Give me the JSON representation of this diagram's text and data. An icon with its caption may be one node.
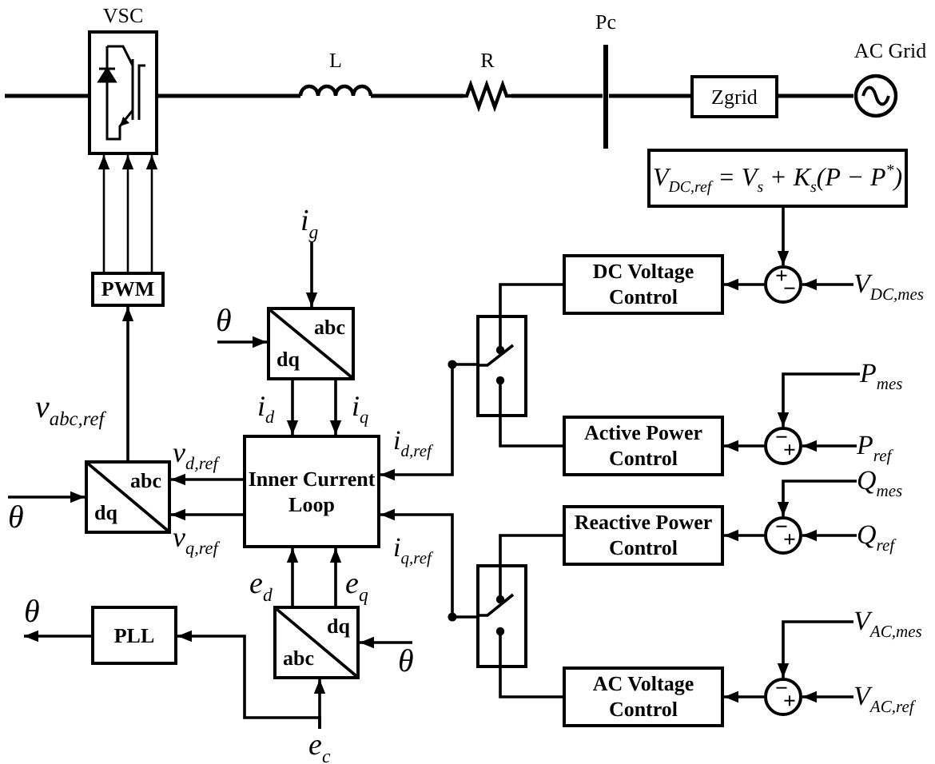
{
  "diagram": {
    "nodes": [
      {
        "text": [
          "VSC"
        ]
      },
      {
        "text": [
          "L"
        ]
      },
      {
        "text": [
          "R"
        ]
      },
      {
        "text": [
          "Pc"
        ]
      },
      {
        "text": [
          "Zgrid"
        ]
      },
      {
        "text": [
          "AC Grid"
        ]
      },
      {
        "text": [
          "V$_{DC,ref}$ = V$_{s}$ + K$_{s}$(P − P$^{*}$)"
        ]
      },
      {
        "text": [
          "PWM"
        ]
      },
      {
        "text": [
          "abc",
          "dq"
        ]
      },
      {
        "text": [
          "Inner Current Loop"
        ]
      },
      {
        "text": [
          "abc",
          "dq"
        ]
      },
      {
        "text": [
          "dq",
          "abc"
        ]
      },
      {
        "text": [
          "PLL"
        ]
      },
      {
        "text": [
          "DC Voltage Control"
        ]
      },
      {
        "text": [
          "Active Power Control"
        ]
      },
      {
        "text": [
          "Reactive Power Control"
        ]
      },
      {
        "text": [
          "AC Voltage Control"
        ]
      },
      {
        "text": [],
        "shape": "switch"
      },
      {
        "text": [],
        "shape": "switch"
      },
      {
        "text": [
          "+",
          "−"
        ]
      },
      {
        "text": [
          "−",
          "+"
        ]
      },
      {
        "text": [
          "−",
          "+"
        ]
      },
      {
        "text": [
          "−",
          "+"
        ]
      },
      {
        "text": [
          "i$_{g}$"
        ]
      },
      {
        "text": [
          "θ"
        ]
      },
      {
        "text": [
          "θ"
        ]
      },
      {
        "text": [
          "θ"
        ]
      },
      {
        "text": [
          "θ"
        ]
      },
      {
        "text": [
          "e$_{c}$"
        ]
      },
      {
        "text": [
          "V$_{DC,mes}$"
        ]
      },
      {
        "text": [
          "P$_{mes}$"
        ]
      },
      {
        "text": [
          "P$_{ref}$"
        ]
      },
      {
        "text": [
          "Q$_{mes}$"
        ]
      },
      {
        "text": [
          "Q$_{ref}$"
        ]
      },
      {
        "text": [
          "V$_{AC,mes}$"
        ]
      },
      {
        "text": [
          "V$_{AC,ref}$"
        ]
      }
    ],
    "edges": [
      {
        "from": null,
        "to": 0,
        "arrow": "none"
      },
      {
        "from": 0,
        "to": 1,
        "arrow": "none"
      },
      {
        "from": 1,
        "to": 2,
        "arrow": "none"
      },
      {
        "from": 2,
        "to": 3,
        "arrow": "none"
      },
      {
        "from": 3,
        "to": 4,
        "arrow": "none"
      },
      {
        "from": 4,
        "to": 5,
        "arrow": "none"
      },
      {
        "from": 7,
        "to": 0,
        "arrow": "to"
      },
      {
        "from": 7,
        "to": 0,
        "arrow": "to"
      },
      {
        "from": 7,
        "to": 0,
        "arrow": "to"
      },
      {
        "from": 10,
        "to": 7,
        "arrow": "to",
        "label": "v$_{abc,ref}$"
      },
      {
        "from": 23,
        "to": 8,
        "arrow": "to"
      },
      {
        "from": 24,
        "to": 8,
        "arrow": "to"
      },
      {
        "from": 8,
        "to": 9,
        "arrow": "to",
        "label": "i$_{d}$"
      },
      {
        "from": 8,
        "to": 9,
        "arrow": "to",
        "label": "i$_{q}$"
      },
      {
        "from": 9,
        "to": 10,
        "arrow": "to",
        "label": "v$_{d,ref}$"
      },
      {
        "from": 9,
        "to": 10,
        "arrow": "to",
        "label": "v$_{q,ref}$"
      },
      {
        "from": 25,
        "to": 10,
        "arrow": "to"
      },
      {
        "from": 11,
        "to": 9,
        "arrow": "to",
        "label": "e$_{d}$"
      },
      {
        "from": 11,
        "to": 9,
        "arrow": "to",
        "label": "e$_{q}$"
      },
      {
        "from": 26,
        "to": 11,
        "arrow": "to"
      },
      {
        "from": 28,
        "to": 11,
        "arrow": "to"
      },
      {
        "from": 28,
        "to": 12,
        "arrow": "to"
      },
      {
        "from": 12,
        "to": 27,
        "arrow": "to"
      },
      {
        "from": 17,
        "to": 9,
        "arrow": "to",
        "label": "i$_{d,ref}$"
      },
      {
        "from": 18,
        "to": 9,
        "arrow": "to",
        "label": "i$_{q,ref}$"
      },
      {
        "from": 13,
        "to": 17,
        "arrow": "none"
      },
      {
        "from": 14,
        "to": 17,
        "arrow": "none"
      },
      {
        "from": 15,
        "to": 18,
        "arrow": "none"
      },
      {
        "from": 16,
        "to": 18,
        "arrow": "none"
      },
      {
        "from": 6,
        "to": 19,
        "arrow": "to"
      },
      {
        "from": 29,
        "to": 19,
        "arrow": "to"
      },
      {
        "from": 19,
        "to": 13,
        "arrow": "to"
      },
      {
        "from": 30,
        "to": 20,
        "arrow": "to"
      },
      {
        "from": 31,
        "to": 20,
        "arrow": "to"
      },
      {
        "from": 20,
        "to": 14,
        "arrow": "to"
      },
      {
        "from": 32,
        "to": 21,
        "arrow": "to"
      },
      {
        "from": 33,
        "to": 21,
        "arrow": "to"
      },
      {
        "from": 21,
        "to": 15,
        "arrow": "to"
      },
      {
        "from": 34,
        "to": 22,
        "arrow": "to"
      },
      {
        "from": 35,
        "to": 22,
        "arrow": "to"
      },
      {
        "from": 22,
        "to": 16,
        "arrow": "to"
      }
    ]
  }
}
